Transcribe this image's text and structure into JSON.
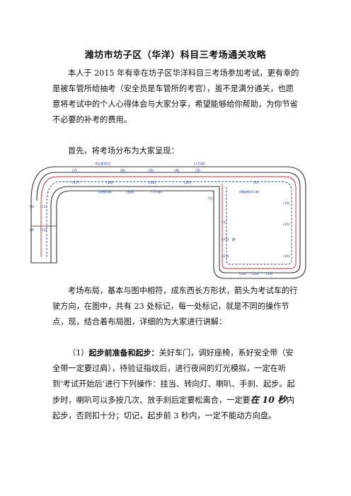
{
  "document": {
    "title": "潍坊市坊子区（华洋）科目三考场通关攻略",
    "intro": "本人于 2015 年有幸在坊子区华洋科目三考场参加考试，更有幸的是被车管所给抽考（安全员是车管所的考官），虽不是满分通关，也愿意将考试中的个人心得体会与大家分享，希望能够给你帮助，为你节省不必要的补考的费用。",
    "layout_intro": "首先，将考场分布为大家呈现：",
    "layout_desc": "考场布局，基本与图中相符，成东西长方形状，箭头为考试车的行驶方向，在图中，共有 23 处标记，每一处标记，就是不同的操作节点，现，结合着布局图，详细的为大家进行讲解：",
    "step1": {
      "number": "（1）",
      "heading": "起步前准备和起步：",
      "text_a": "关好车门，调好座椅，系好安全带（安全带一定要过肩），待验证指纹后，进行夜间的灯光模拟，一定在听到‘考试开始后’进行下列操作：挂当、转向灯、喇叭、手刹、起步。起步时，喇叭可以多按几次、放手刹后定要松离合，一定要",
      "emphasis": "在 10 秒",
      "text_b": "内起步，否则扣十分；切记，起步前 3 秒内，一定不能动方向盘。"
    }
  },
  "diagram": {
    "top_labels": [
      "(6会车地点)",
      "(人行道)"
    ],
    "upper_markers": [
      "(7)",
      "(6)",
      "(5)",
      "(4)",
      "(3)"
    ],
    "lower_markers": [
      "(17)",
      "(18)",
      "(19)",
      "(20)",
      "(1)"
    ],
    "lane_labels": [
      "(学校区域)",
      "(变道)",
      "(人行道)",
      "(模拟夜间行驶)"
    ],
    "left_markers": [
      "(8)",
      "(11)",
      "(9)",
      "(10)"
    ],
    "middle_markers": [
      "(2)",
      "(1)",
      "(22)",
      "(23)"
    ],
    "right_markers": [
      "(14)",
      "(15)",
      "(16)"
    ],
    "bottom_markers": [
      "(21)",
      "(20)",
      "(19)"
    ],
    "parking_label": "P"
  }
}
